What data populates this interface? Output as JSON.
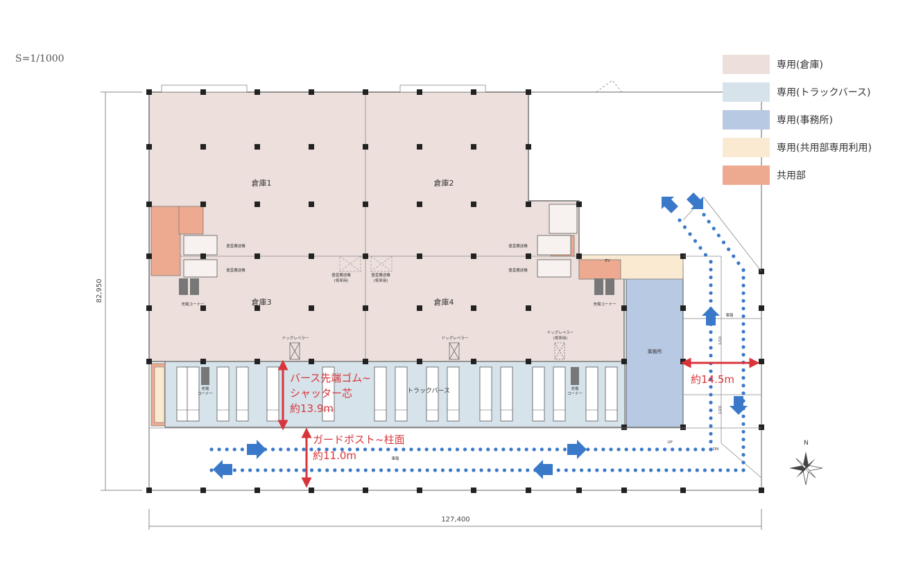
{
  "scale_label": "S=1/1000",
  "legend": [
    {
      "label": "専用(倉庫)",
      "color": "#ede0dc"
    },
    {
      "label": "専用(トラックバース)",
      "color": "#d6e3ea"
    },
    {
      "label": "専用(事務所)",
      "color": "#b8c9e3"
    },
    {
      "label": "専用(共用部専用利用)",
      "color": "#faead2"
    },
    {
      "label": "共用部",
      "color": "#eeaa90"
    }
  ],
  "rooms": {
    "warehouse1": "倉庫1",
    "warehouse2": "倉庫2",
    "warehouse3": "倉庫3",
    "warehouse4": "倉庫4",
    "office": "事務所",
    "truck_berth": "トラックバース"
  },
  "small_labels": {
    "conveyor": "垂直搬送機",
    "conveyor_future": "垂直搬送機",
    "future_use": "(将来用)",
    "charging_corner": "充電コーナー",
    "dock_leveler": "ドッグレベラー",
    "charging": "充電",
    "corner": "コーナー",
    "roadway": "車路",
    "ev": "EV",
    "dn": "DN",
    "up": "UP",
    "slope1": "1/10",
    "slope2": "1/20"
  },
  "dimensions": {
    "height": "82,950",
    "width": "127,400"
  },
  "callouts": {
    "berth_line1": "バース先端ゴム~",
    "berth_line2": "シャッター芯",
    "berth_line3": "約13.9m",
    "guard_line1": "ガードポスト~柱面",
    "guard_line2": "約11.0m",
    "road_width": "約14.5m"
  },
  "compass": "N",
  "colors": {
    "callout_red": "#d9343a",
    "flow_blue": "#3a78c9"
  }
}
